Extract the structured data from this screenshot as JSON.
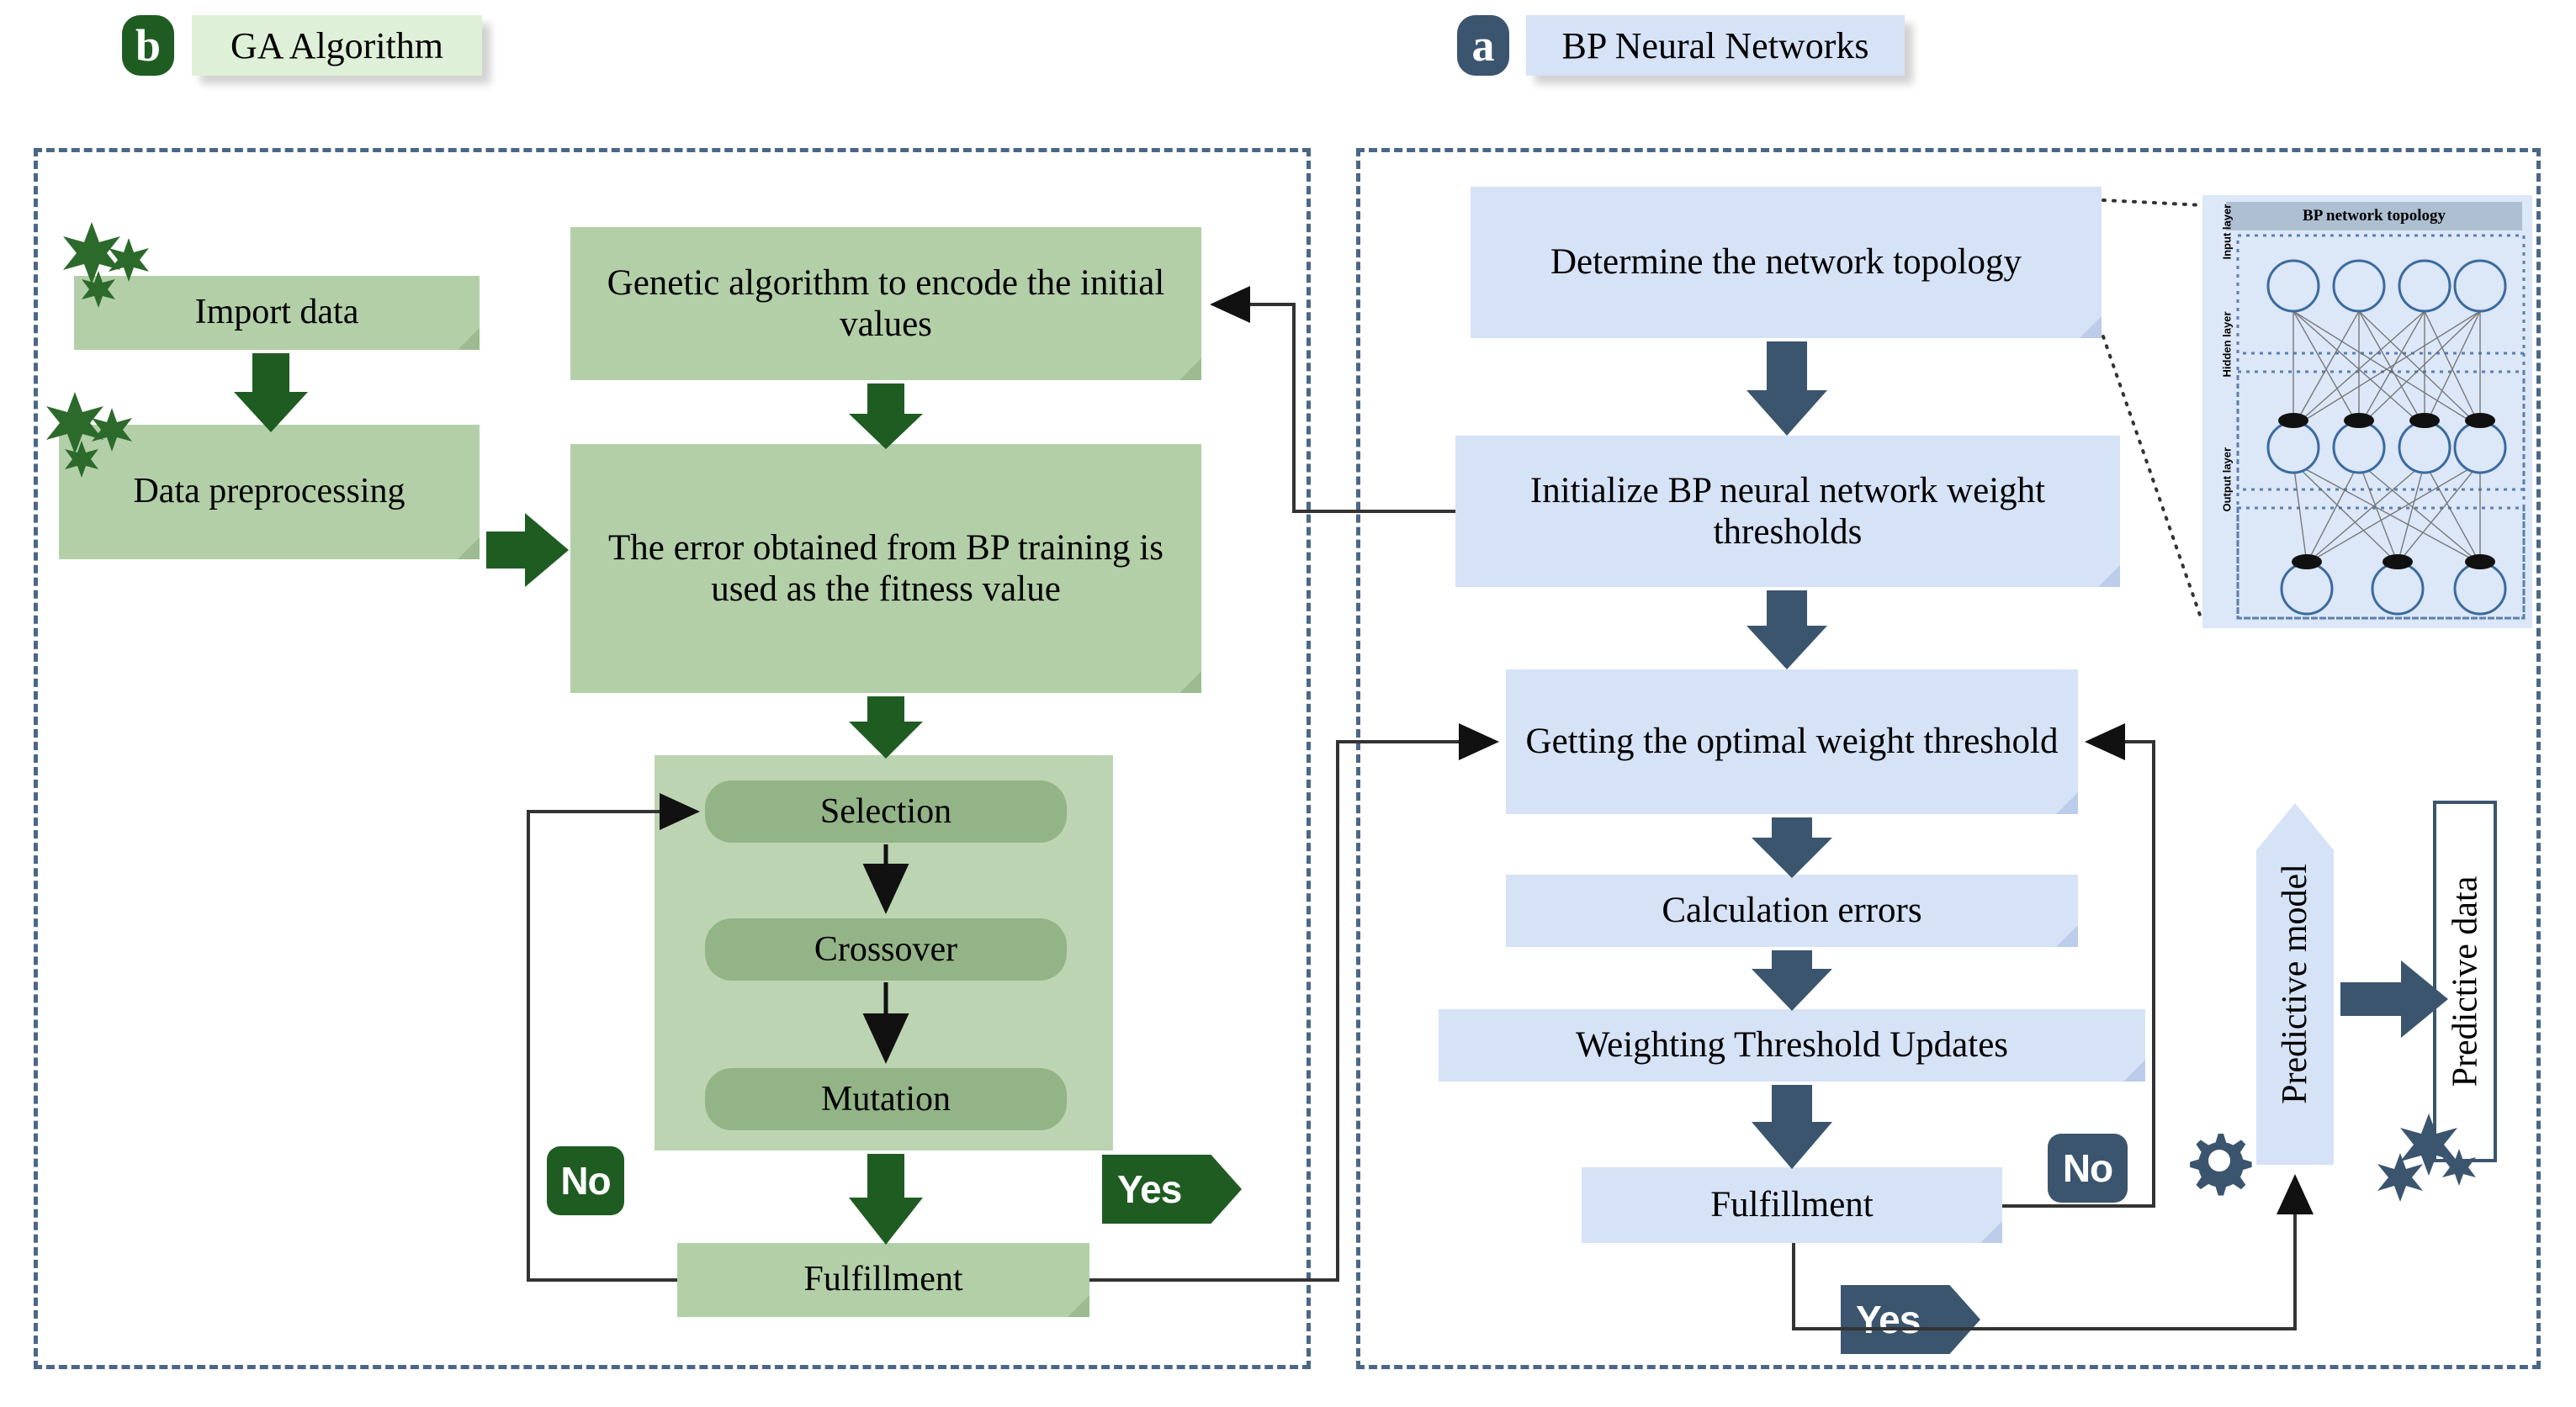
{
  "panels": {
    "left": {
      "tag": "b",
      "title": "GA Algorithm",
      "accent": "#1f5c22",
      "fill": "#dff0d8"
    },
    "right": {
      "tag": "a",
      "title": "BP Neural Networks",
      "accent": "#3b556e",
      "fill": "#d6e2f6"
    }
  },
  "colors": {
    "green_box": "#b3cfa8",
    "green_group": "#bcd4b2",
    "green_pill": "#93b487",
    "green_dark": "#1f5c22",
    "blue_box": "#d6e2f6",
    "blue_dark": "#3b556e",
    "dash_border": "#4a6787",
    "connector": "#333333"
  },
  "ga": {
    "import_data": "Import data",
    "data_preprocessing": "Data preprocessing",
    "encode": "Genetic algorithm to encode the initial values",
    "fitness": "The error obtained from BP training is used as the fitness value",
    "selection": "Selection",
    "crossover": "Crossover",
    "mutation": "Mutation",
    "fulfillment": "Fulfillment",
    "badge_no": "No",
    "badge_yes": "Yes"
  },
  "bp": {
    "determine_topology": "Determine the network topology",
    "initialize": "Initialize BP neural network weight thresholds",
    "optimal_weight": "Getting the optimal weight threshold",
    "calculation_errors": "Calculation errors",
    "weighting_updates": "Weighting Threshold Updates",
    "fulfillment": "Fulfillment",
    "badge_no": "No",
    "badge_yes": "Yes",
    "predictive_model": "Predictive model",
    "predictive_data": "Predictive data"
  },
  "inset": {
    "title": "BP network topology",
    "input_layer": "Input layer",
    "hidden_layer": "Hidden layer",
    "output_layer": "Output layer"
  },
  "icons": {
    "stars": "stars-icon",
    "gear": "gear-icon"
  }
}
